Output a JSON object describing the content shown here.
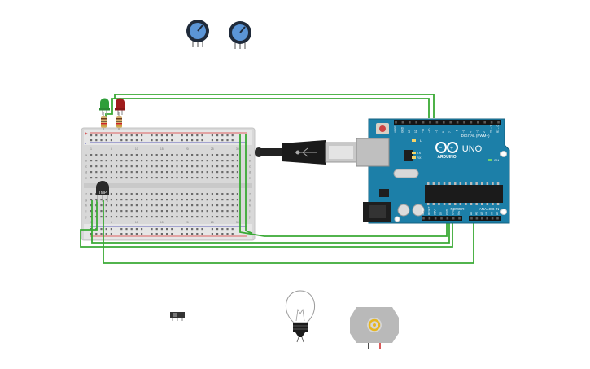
{
  "canvas": {
    "background": "#ffffff",
    "wire_color": "#3aaa35"
  },
  "components": {
    "potentiometer_1": {
      "icon": "potentiometer-icon"
    },
    "potentiometer_2": {
      "icon": "potentiometer-icon"
    },
    "led_green": {
      "color": "#2e9e3a",
      "icon": "led-icon"
    },
    "led_red": {
      "color": "#a01c1c",
      "icon": "led-icon"
    },
    "resistor_1": {
      "icon": "resistor-icon"
    },
    "resistor_2": {
      "icon": "resistor-icon"
    },
    "temperature_sensor": {
      "label": "TMP",
      "icon": "temperature-sensor-icon"
    },
    "slide_switch": {
      "icon": "slide-switch-icon"
    },
    "light_bulb": {
      "icon": "light-bulb-icon"
    },
    "dc_motor": {
      "icon": "dc-motor-icon"
    },
    "usb_cable": {
      "icon": "usb-plug-icon"
    }
  },
  "arduino": {
    "brand": "ARDUINO",
    "model": "UNO",
    "digital_label": "DIGITAL (PWM~)",
    "power_label": "POWER",
    "analog_label": "ANALOG IN",
    "on_label": "ON",
    "tx_label": "TX",
    "rx_label": "RX",
    "l_label": "L",
    "board_color": "#1c7fa8",
    "digital_pins": [
      "AREF",
      "GND",
      "13",
      "12",
      "~11",
      "~10",
      "~9",
      "8",
      "7",
      "~6",
      "~5",
      "4",
      "~3",
      "2",
      "TX→1",
      "RX←0"
    ],
    "power_pins": [
      "IOREF",
      "RESET",
      "3.3V",
      "5V",
      "GND",
      "GND",
      "Vin"
    ],
    "analog_pins": [
      "A0",
      "A1",
      "A2",
      "A3",
      "A4",
      "A5"
    ]
  },
  "breadboard": {
    "columns": [
      "1",
      "5",
      "10",
      "15",
      "20",
      "25",
      "30"
    ],
    "rows_top": [
      "a",
      "b",
      "c",
      "d",
      "e"
    ],
    "rows_bottom": [
      "f",
      "g",
      "h",
      "i",
      "j"
    ],
    "rail_plus": "+",
    "rail_minus": "-"
  }
}
